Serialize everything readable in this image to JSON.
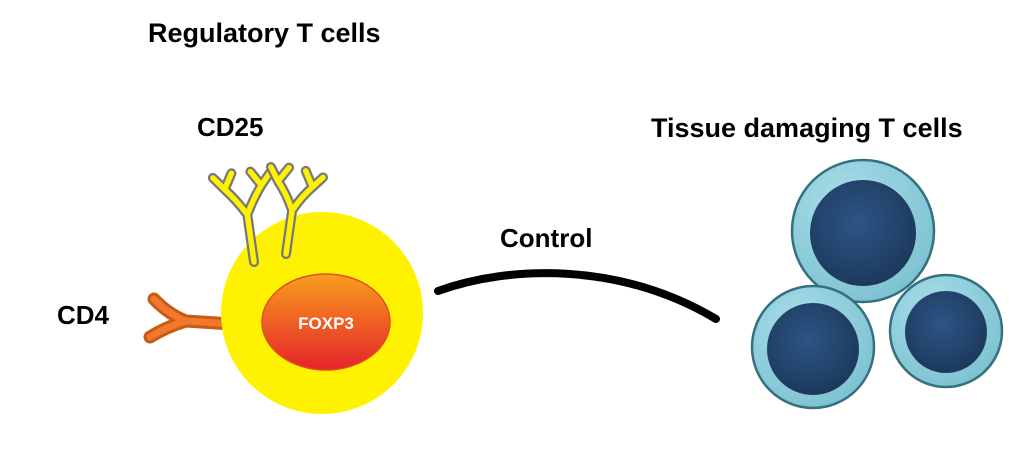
{
  "diagram": {
    "left_group": {
      "title": "Regulatory T cells",
      "receptor_top_label": "CD25",
      "receptor_side_label": "CD4",
      "nucleus_label": "FOXP3"
    },
    "connector": {
      "label": "Control"
    },
    "right_group": {
      "title": "Tissue damaging T cells"
    },
    "colors": {
      "background": "#FFFFFF",
      "text": "#000000",
      "treg_body": "#FFF200",
      "foxp3_top": "#F99D1C",
      "foxp3_bottom": "#E5232B",
      "foxp3_outline": "#E04F1E",
      "foxp3_text": "#FFFFFF",
      "cd25_fill": "#FFF200",
      "cd25_outline": "#77787B",
      "cd4_fill": "#F4772E",
      "cd4_outline": "#C75B12",
      "control_line": "#000000",
      "tcell_outer_light": "#A8DEE9",
      "tcell_outer_edge": "#6FB9C9",
      "tcell_outline": "#35707F",
      "tcell_nucleus_center": "#2D5586",
      "tcell_nucleus_edge": "#17304F"
    }
  }
}
